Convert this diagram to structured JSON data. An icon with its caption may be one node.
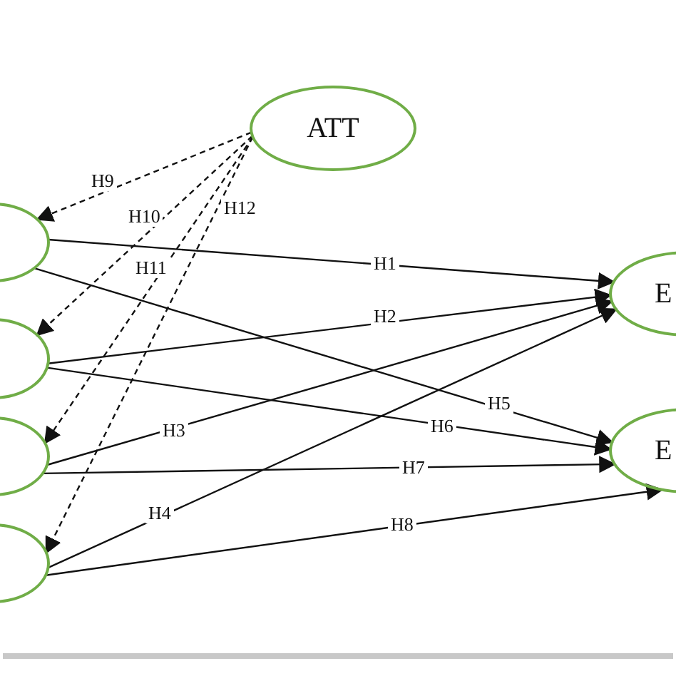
{
  "diagram": {
    "nodes": [
      {
        "text": [
          "ATT"
        ]
      },
      {
        "text": [],
        "shape": "ellipse"
      },
      {
        "text": [],
        "shape": "ellipse"
      },
      {
        "text": [],
        "shape": "ellipse"
      },
      {
        "text": [],
        "shape": "ellipse"
      },
      {
        "text": [
          "E"
        ]
      },
      {
        "text": [
          "E"
        ]
      }
    ],
    "edges": [
      {
        "from": 1,
        "to": 5,
        "arrow": "to",
        "label": "H1"
      },
      {
        "from": 2,
        "to": 5,
        "arrow": "to",
        "label": "H2"
      },
      {
        "from": 3,
        "to": 5,
        "arrow": "to",
        "label": "H3"
      },
      {
        "from": 4,
        "to": 5,
        "arrow": "to",
        "label": "H4"
      },
      {
        "from": 1,
        "to": 6,
        "arrow": "to",
        "label": "H5"
      },
      {
        "from": 2,
        "to": 6,
        "arrow": "to",
        "label": "H6"
      },
      {
        "from": 3,
        "to": 6,
        "arrow": "to",
        "label": "H7"
      },
      {
        "from": 4,
        "to": 6,
        "arrow": "to",
        "label": "H8"
      },
      {
        "from": 0,
        "to": 1,
        "arrow": "to",
        "label": "H9",
        "style": "dashed"
      },
      {
        "from": 0,
        "to": 2,
        "arrow": "to",
        "label": "H10",
        "style": "dashed"
      },
      {
        "from": 0,
        "to": 3,
        "arrow": "to",
        "label": "H11",
        "style": "dashed"
      },
      {
        "from": 0,
        "to": 4,
        "arrow": "to",
        "label": "H12",
        "style": "dashed"
      }
    ]
  }
}
